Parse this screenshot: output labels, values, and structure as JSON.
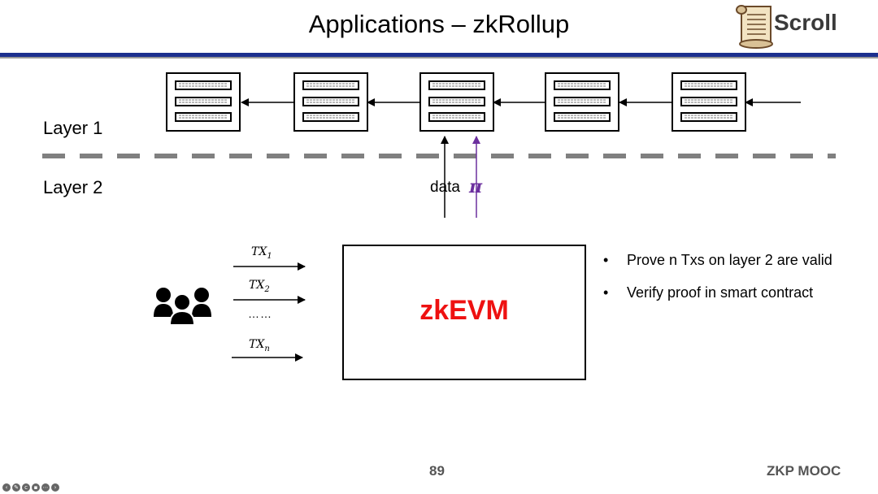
{
  "slide": {
    "title": "Applications – zkRollup",
    "logo_text": "Scroll",
    "page_number": "89",
    "course": "ZKP MOOC"
  },
  "layers": {
    "layer1": "Layer 1",
    "layer2": "Layer 2"
  },
  "arrows": {
    "data_label": "data",
    "proof_label": "π",
    "proof_color": "#6b2f9e"
  },
  "transactions": [
    {
      "base": "TX",
      "sub": "1"
    },
    {
      "base": "TX",
      "sub": "2"
    },
    {
      "base": "TX",
      "sub": "n"
    }
  ],
  "ellipsis": "……",
  "zkevm": {
    "label": "zkEVM",
    "color": "#ee1111"
  },
  "bullets": [
    "Prove n Txs on layer 2 are valid",
    "Verify proof in smart contract"
  ],
  "icons": {
    "users": "users-group-icon",
    "logo": "scroll-logo-icon"
  },
  "colors": {
    "header_rule": "#1c2f8e",
    "divider": "#808080"
  },
  "block_count": 5
}
